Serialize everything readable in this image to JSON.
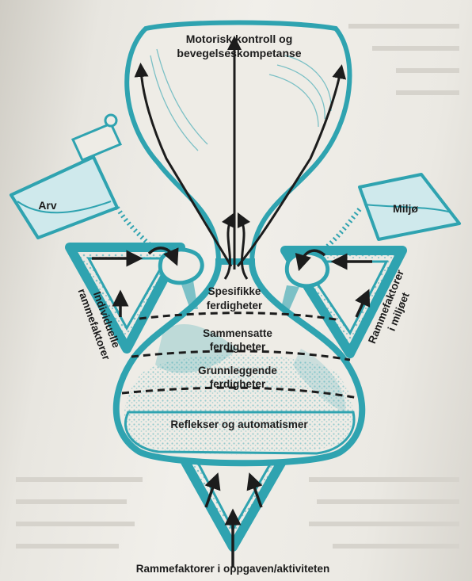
{
  "colors": {
    "teal": "#2fa3b0",
    "teal_light": "#cfe9ec",
    "ink": "#1c1c1c",
    "paper": "#eeece6"
  },
  "labels": {
    "top": [
      "Motorisk kontroll og",
      "bevegelseskompetanse"
    ],
    "arv": "Arv",
    "miljo": "Miljø",
    "left_side": [
      "Individuelle",
      "rammefaktorer"
    ],
    "right_side": [
      "Rammefaktorer",
      "i miljøet"
    ],
    "bottom": "Rammefaktorer i oppgaven/aktiviteten",
    "levels": [
      [
        "Spesifikke",
        "ferdigheter"
      ],
      [
        "Sammensatte",
        "ferdigheter"
      ],
      [
        "Grunnleggende",
        "ferdigheter"
      ],
      [
        "Reflekser og automatismer"
      ]
    ]
  },
  "icons": [
    "left-cup-icon",
    "right-cup-icon",
    "left-funnel-icon",
    "right-funnel-icon"
  ]
}
